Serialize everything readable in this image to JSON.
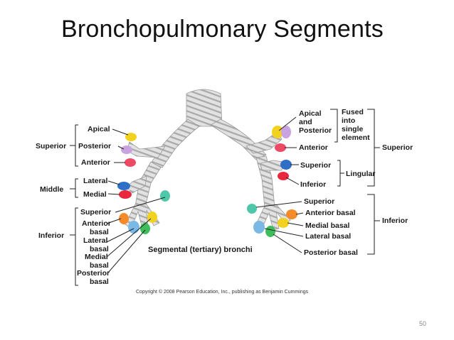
{
  "slide": {
    "title": "Bronchopulmonary Segments",
    "page_number": "50",
    "copyright": "Copyright © 2008 Pearson Education, Inc., publishing as Benjamin Cummings"
  },
  "diagram": {
    "caption": "Segmental (tertiary) bronchi",
    "left": {
      "superior_group": "Superior",
      "middle_group": "Middle",
      "inferior_group": "Inferior",
      "apical": "Apical",
      "posterior": "Posterior",
      "anterior": "Anterior",
      "lateral": "Lateral",
      "medial": "Medial",
      "inf_superior": "Superior",
      "anterior_basal_1": "Anterior",
      "anterior_basal_2": "basal",
      "lateral_basal_1": "Lateral",
      "lateral_basal_2": "basal",
      "medial_basal_1": "Medial",
      "medial_basal_2": "basal",
      "posterior_basal_1": "Posterior",
      "posterior_basal_2": "basal"
    },
    "right": {
      "apical_1": "Apical",
      "apical_2": "and",
      "apical_3": "Posterior",
      "fused_1": "Fused",
      "fused_2": "into",
      "fused_3": "single",
      "fused_4": "element",
      "anterior": "Anterior",
      "superior_group": "Superior",
      "ling_superior": "Superior",
      "ling_inferior": "Inferior",
      "lingular": "Lingular",
      "inf_superior": "Superior",
      "anterior_basal": "Anterior basal",
      "medial_basal": "Medial basal",
      "lateral_basal": "Lateral basal",
      "posterior_basal": "Posterior basal",
      "inferior_group": "Inferior"
    },
    "colors": {
      "yellow": "#f2d21e",
      "lavender": "#c9a3e0",
      "pink": "#ee4a66",
      "blue": "#2f6fc8",
      "red": "#e8283e",
      "teal": "#4ec8a8",
      "orange": "#f58a2a",
      "lightblue": "#7ab8e6",
      "green": "#3ebd5a",
      "airway": "#d6d6d6"
    }
  }
}
